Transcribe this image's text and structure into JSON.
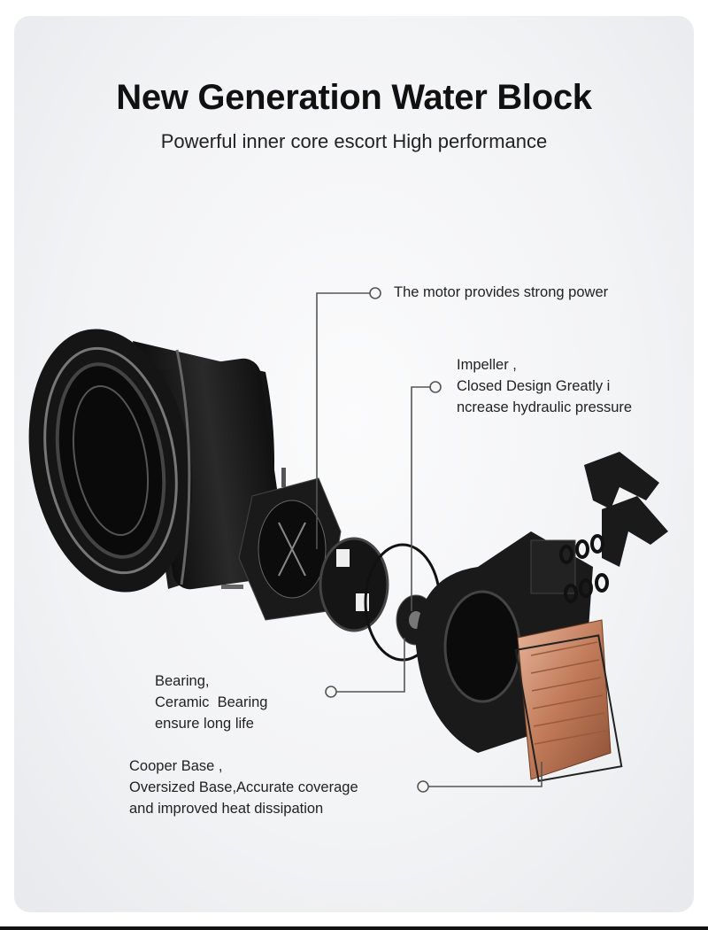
{
  "header": {
    "title": "New Generation Water Block",
    "subtitle": "Powerful inner core escort High performance"
  },
  "callouts": {
    "motor": {
      "lines": [
        "The motor provides strong power"
      ]
    },
    "impeller": {
      "lines": [
        "Impeller ,",
        "Closed Design Greatly i",
        "ncrease hydraulic pressure"
      ]
    },
    "bearing": {
      "lines": [
        "Bearing,",
        "Ceramic  Bearing",
        "ensure long life"
      ]
    },
    "base": {
      "lines": [
        "Cooper Base ,",
        "Oversized Base,Accurate coverage",
        "and improved heat dissipation"
      ]
    }
  },
  "colors": {
    "part": "#1b1b1b",
    "copper": "#c98a6a",
    "leader": "#555555"
  }
}
